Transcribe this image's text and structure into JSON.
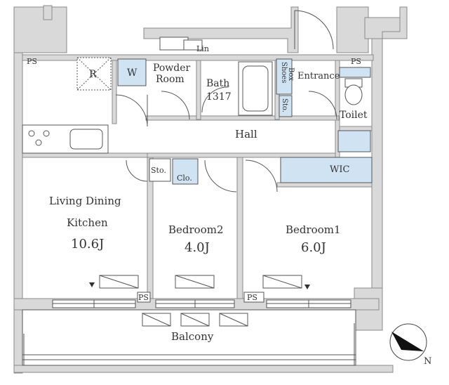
{
  "rooms": {
    "ldk_line1": "Living Dining",
    "ldk_line2": "Kitchen",
    "ldk_size": "10.6J",
    "bedroom2": "Bedroom2",
    "bedroom2_size": "4.0J",
    "bedroom1": "Bedroom1",
    "bedroom1_size": "6.0J",
    "hall": "Hall",
    "bath": "Bath",
    "bath_size": "1317",
    "powder_line1": "Powder",
    "powder_line2": "Room",
    "entrance": "Entrance",
    "toilet": "Toilet",
    "wic": "WIC",
    "balcony": "Balcony"
  },
  "fixtures": {
    "ps": "PS",
    "r": "R",
    "w": "W",
    "lin": "Lin",
    "sto": "Sto.",
    "clo": "Clo.",
    "shoes_box_line1": "Shoes",
    "shoes_box_line2": "Box"
  },
  "compass": {
    "north": "N"
  },
  "colors": {
    "wall": "#d9d9d9",
    "storage": "#cfe3f3",
    "line": "#555555"
  }
}
